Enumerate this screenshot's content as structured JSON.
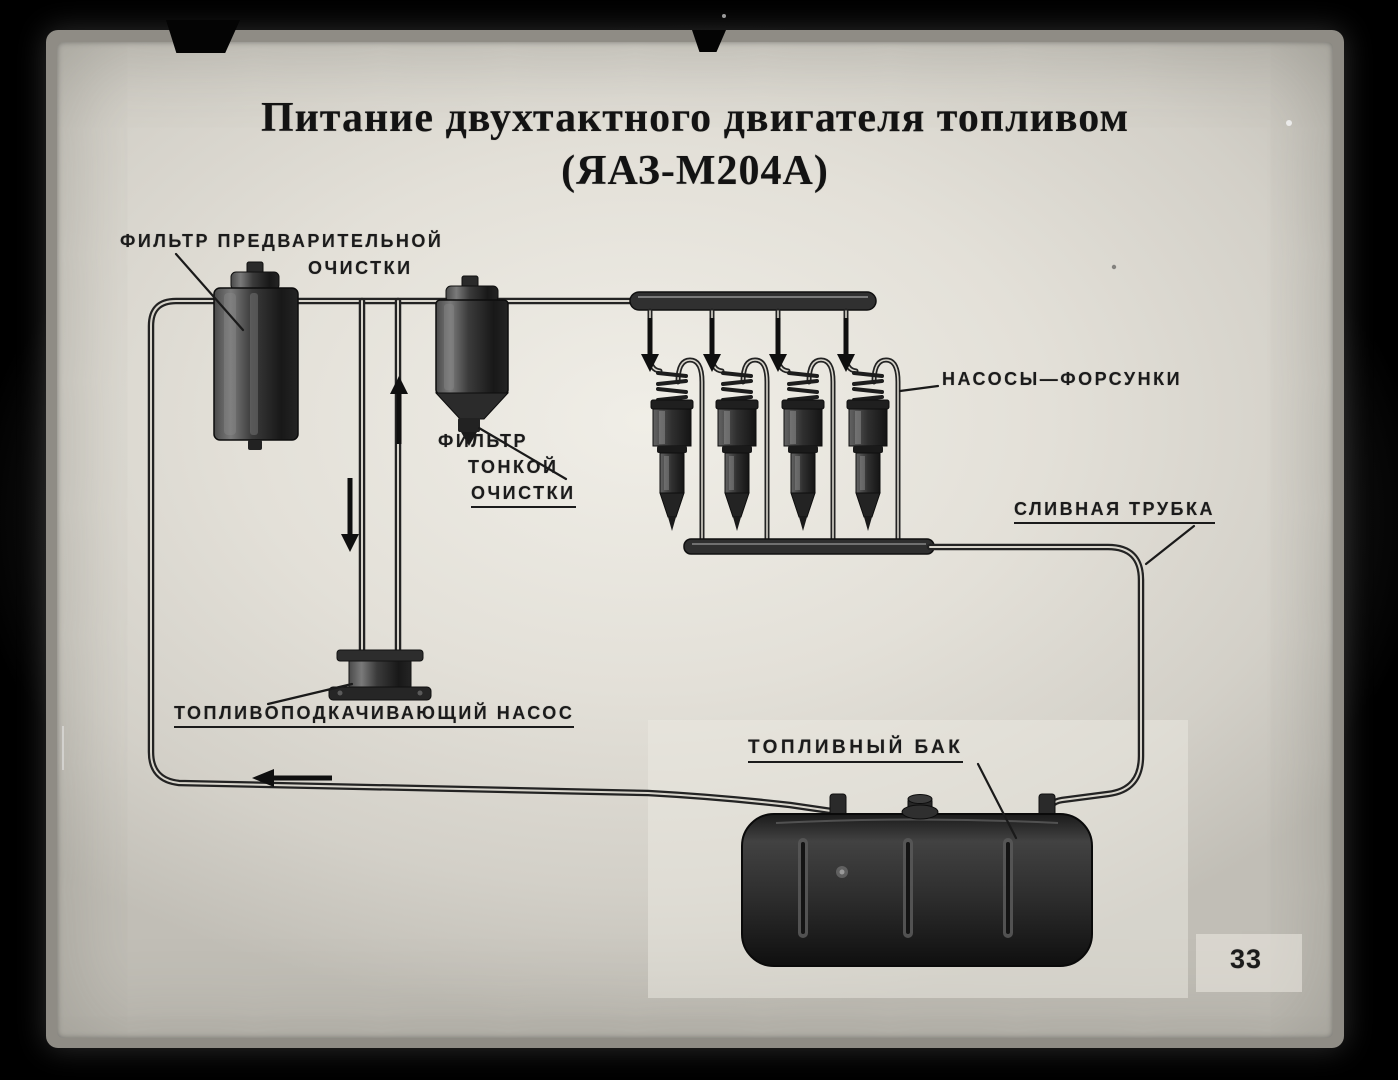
{
  "frame": {
    "page_number": "33"
  },
  "title": {
    "line1": "Питание двухтактного двигателя топливом",
    "line2": "(ЯАЗ-М204А)"
  },
  "labels": {
    "coarse_filter": {
      "line1": "ФИЛЬТР ПРЕДВАРИТЕЛЬНОЙ",
      "line2": "ОЧИСТКИ"
    },
    "fine_filter": {
      "line1": "ФИЛЬТР",
      "line2": "ТОНКОЙ",
      "line3": "ОЧИСТКИ"
    },
    "unit_injectors": "НАСОСЫ—ФОРСУНКИ",
    "drain_tube": "СЛИВНАЯ ТРУБКА",
    "priming_pump": "ТОПЛИВОПОДКАЧИВАЮЩИЙ НАСОС",
    "fuel_tank": "ТОПЛИВНЫЙ БАК"
  },
  "colors": {
    "paper": "#e3e0d8",
    "ink": "#1b1b1b",
    "metal_dark": "#1c1c1c"
  }
}
